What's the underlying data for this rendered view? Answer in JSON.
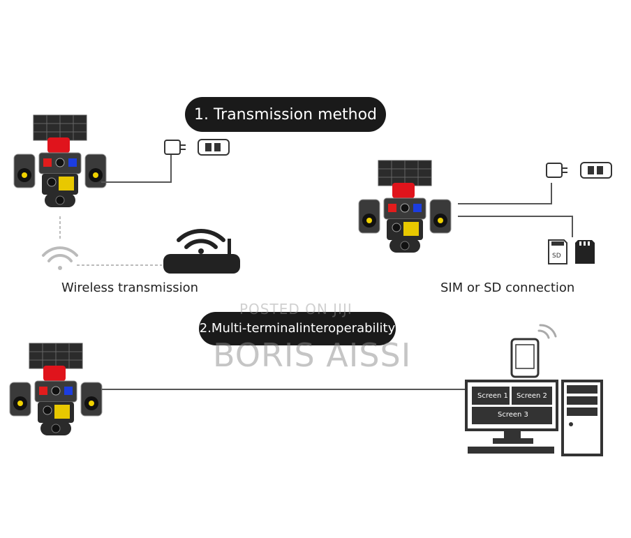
{
  "section1": {
    "title": "1. Transmission method"
  },
  "section2": {
    "title_line1": "2.Multi-terminal",
    "title_line2": "interoperability"
  },
  "labels": {
    "wireless": "Wireless transmission",
    "sim_sd": "SIM or SD connection",
    "sd_card": "SD"
  },
  "monitor": {
    "screen1": "Screen 1",
    "screen2": "Screen 2",
    "screen3": "Screen 3"
  },
  "watermark": {
    "line1": "POSTED ON JIJI",
    "line2": "BORIS AISSI"
  },
  "icons": [
    "solar-camera-icon",
    "power-adapter-icon",
    "battery-icon",
    "wifi-icon",
    "router-icon",
    "sim-card-icon",
    "sd-card-icon",
    "smartphone-icon",
    "desktop-computer-icon"
  ]
}
